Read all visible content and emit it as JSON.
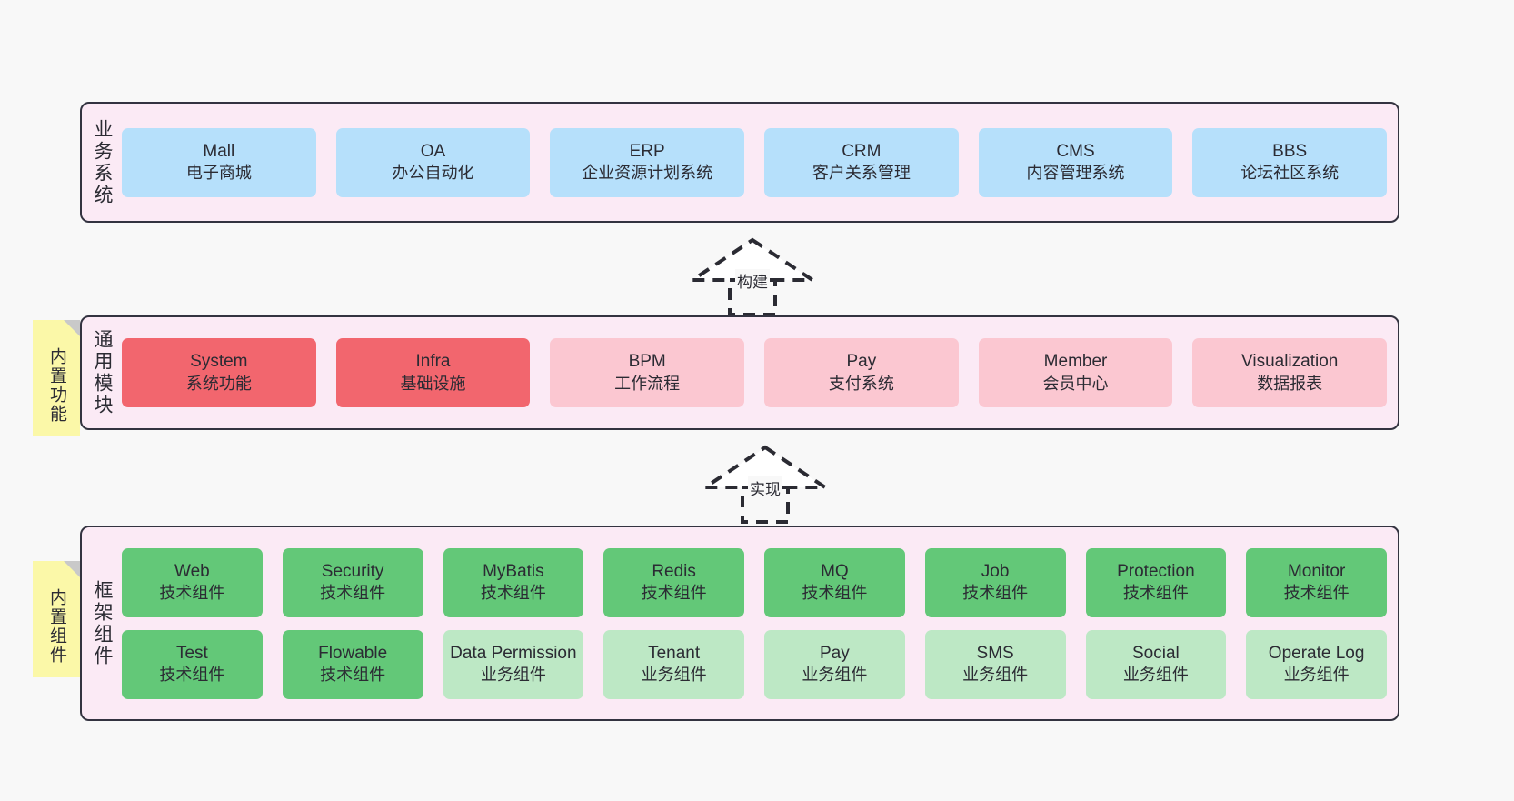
{
  "diagram": {
    "background_color": "#f8f8f8",
    "layer_fill": "#fbeaf5",
    "layer_border": "#333340"
  },
  "layers": [
    {
      "id": "business-system",
      "title": "业务系统",
      "rows": [
        {
          "cards": [
            {
              "name": "Mall",
              "sub": "电子商城",
              "color": "blue"
            },
            {
              "name": "OA",
              "sub": "办公自动化",
              "color": "blue"
            },
            {
              "name": "ERP",
              "sub": "企业资源计划系统",
              "color": "blue"
            },
            {
              "name": "CRM",
              "sub": "客户关系管理",
              "color": "blue"
            },
            {
              "name": "CMS",
              "sub": "内容管理系统",
              "color": "blue"
            },
            {
              "name": "BBS",
              "sub": "论坛社区系统",
              "color": "blue"
            }
          ]
        }
      ]
    },
    {
      "id": "common-module",
      "title": "通用模块",
      "note": "内置功能",
      "rows": [
        {
          "cards": [
            {
              "name": "System",
              "sub": "系统功能",
              "color": "red"
            },
            {
              "name": "Infra",
              "sub": "基础设施",
              "color": "red"
            },
            {
              "name": "BPM",
              "sub": "工作流程",
              "color": "pink"
            },
            {
              "name": "Pay",
              "sub": "支付系统",
              "color": "pink"
            },
            {
              "name": "Member",
              "sub": "会员中心",
              "color": "pink"
            },
            {
              "name": "Visualization",
              "sub": "数据报表",
              "color": "pink"
            }
          ]
        }
      ]
    },
    {
      "id": "framework-component",
      "title": "框架组件",
      "note": "内置组件",
      "rows": [
        {
          "cards": [
            {
              "name": "Web",
              "sub": "技术组件",
              "color": "green"
            },
            {
              "name": "Security",
              "sub": "技术组件",
              "color": "green"
            },
            {
              "name": "MyBatis",
              "sub": "技术组件",
              "color": "green"
            },
            {
              "name": "Redis",
              "sub": "技术组件",
              "color": "green"
            },
            {
              "name": "MQ",
              "sub": "技术组件",
              "color": "green"
            },
            {
              "name": "Job",
              "sub": "技术组件",
              "color": "green"
            },
            {
              "name": "Protection",
              "sub": "技术组件",
              "color": "green"
            },
            {
              "name": "Monitor",
              "sub": "技术组件",
              "color": "green"
            }
          ]
        },
        {
          "cards": [
            {
              "name": "Test",
              "sub": "技术组件",
              "color": "green"
            },
            {
              "name": "Flowable",
              "sub": "技术组件",
              "color": "green"
            },
            {
              "name": "Data Permission",
              "sub": "业务组件",
              "color": "lightgreen"
            },
            {
              "name": "Tenant",
              "sub": "业务组件",
              "color": "lightgreen"
            },
            {
              "name": "Pay",
              "sub": "业务组件",
              "color": "lightgreen"
            },
            {
              "name": "SMS",
              "sub": "业务组件",
              "color": "lightgreen"
            },
            {
              "name": "Social",
              "sub": "业务组件",
              "color": "lightgreen"
            },
            {
              "name": "Operate Log",
              "sub": "业务组件",
              "color": "lightgreen"
            }
          ]
        }
      ]
    }
  ],
  "connectors": [
    {
      "id": "build",
      "label": "构建",
      "from": "common-module",
      "to": "business-system"
    },
    {
      "id": "implement",
      "label": "实现",
      "from": "framework-component",
      "to": "common-module"
    }
  ]
}
